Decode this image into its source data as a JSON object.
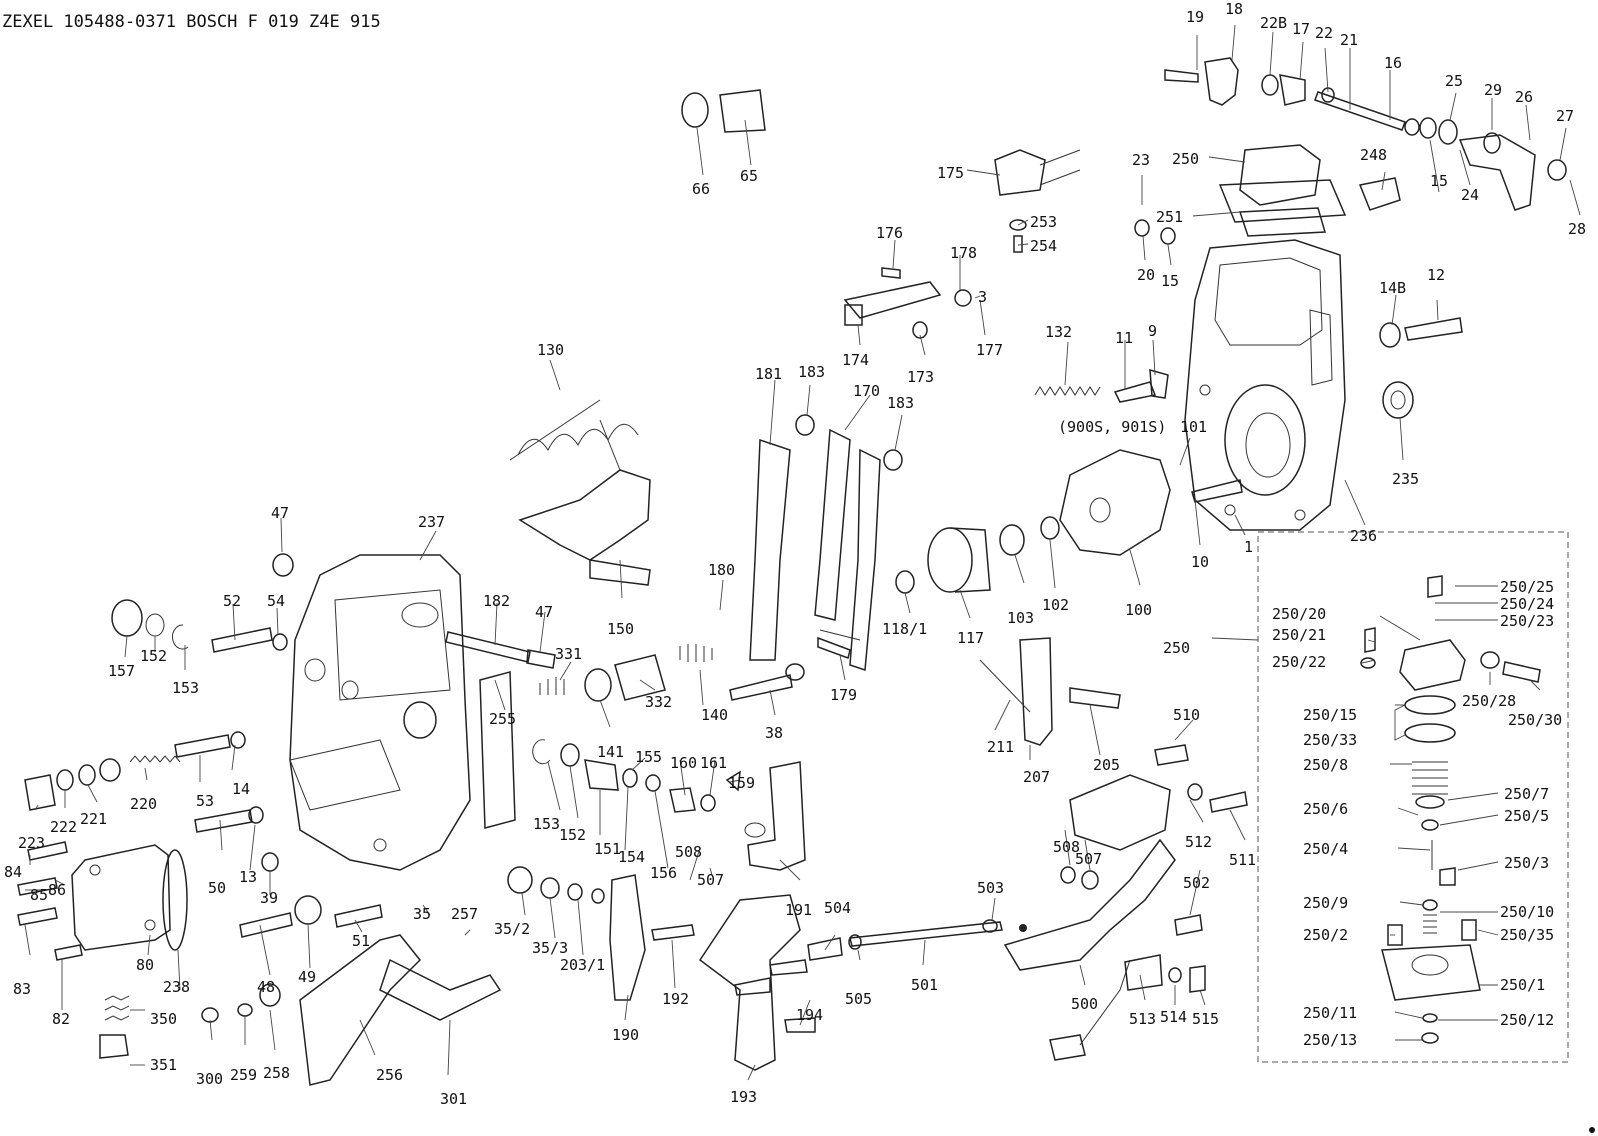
{
  "header": {
    "title": "ZEXEL 105488-0371  BOSCH F 019 Z4E 915"
  },
  "labels": [
    {
      "id": "19",
      "text": "19"
    },
    {
      "id": "18",
      "text": "18"
    },
    {
      "id": "22B",
      "text": "22B"
    },
    {
      "id": "17",
      "text": "17"
    },
    {
      "id": "22",
      "text": "22"
    },
    {
      "id": "21",
      "text": "21"
    },
    {
      "id": "16",
      "text": "16"
    },
    {
      "id": "25",
      "text": "25"
    },
    {
      "id": "29",
      "text": "29"
    },
    {
      "id": "26",
      "text": "26"
    },
    {
      "id": "27",
      "text": "27"
    },
    {
      "id": "28",
      "text": "28"
    },
    {
      "id": "24",
      "text": "24"
    },
    {
      "id": "15a",
      "text": "15"
    },
    {
      "id": "248",
      "text": "248"
    },
    {
      "id": "23",
      "text": "23"
    },
    {
      "id": "250a",
      "text": "250"
    },
    {
      "id": "251",
      "text": "251"
    },
    {
      "id": "20",
      "text": "20"
    },
    {
      "id": "15b",
      "text": "15"
    },
    {
      "id": "66",
      "text": "66"
    },
    {
      "id": "65",
      "text": "65"
    },
    {
      "id": "175",
      "text": "175"
    },
    {
      "id": "253",
      "text": "253"
    },
    {
      "id": "254",
      "text": "254"
    },
    {
      "id": "176",
      "text": "176"
    },
    {
      "id": "178",
      "text": "178"
    },
    {
      "id": "3",
      "text": "3"
    },
    {
      "id": "177",
      "text": "177"
    },
    {
      "id": "174",
      "text": "174"
    },
    {
      "id": "173",
      "text": "173"
    },
    {
      "id": "132",
      "text": "132"
    },
    {
      "id": "11",
      "text": "11"
    },
    {
      "id": "9",
      "text": "9"
    },
    {
      "id": "14B",
      "text": "14B"
    },
    {
      "id": "12",
      "text": "12"
    },
    {
      "id": "900S",
      "text": "(900S, 901S)"
    },
    {
      "id": "101",
      "text": "101"
    },
    {
      "id": "235",
      "text": "235"
    },
    {
      "id": "130",
      "text": "130"
    },
    {
      "id": "181",
      "text": "181"
    },
    {
      "id": "183a",
      "text": "183"
    },
    {
      "id": "170",
      "text": "170"
    },
    {
      "id": "183b",
      "text": "183"
    },
    {
      "id": "10",
      "text": "10"
    },
    {
      "id": "236",
      "text": "236"
    },
    {
      "id": "1",
      "text": "1"
    },
    {
      "id": "100",
      "text": "100"
    },
    {
      "id": "102",
      "text": "102"
    },
    {
      "id": "103",
      "text": "103"
    },
    {
      "id": "117",
      "text": "117"
    },
    {
      "id": "118_1",
      "text": "118/1"
    },
    {
      "id": "180",
      "text": "180"
    },
    {
      "id": "179",
      "text": "179"
    },
    {
      "id": "150",
      "text": "150"
    },
    {
      "id": "47a",
      "text": "47"
    },
    {
      "id": "237",
      "text": "237"
    },
    {
      "id": "52",
      "text": "52"
    },
    {
      "id": "54",
      "text": "54"
    },
    {
      "id": "182",
      "text": "182"
    },
    {
      "id": "47b",
      "text": "47"
    },
    {
      "id": "157",
      "text": "157"
    },
    {
      "id": "152a",
      "text": "152"
    },
    {
      "id": "153a",
      "text": "153"
    },
    {
      "id": "331",
      "text": "331"
    },
    {
      "id": "332",
      "text": "332"
    },
    {
      "id": "140",
      "text": "140"
    },
    {
      "id": "141",
      "text": "141"
    },
    {
      "id": "38",
      "text": "38"
    },
    {
      "id": "211",
      "text": "211"
    },
    {
      "id": "207",
      "text": "207"
    },
    {
      "id": "205",
      "text": "205"
    },
    {
      "id": "255",
      "text": "255"
    },
    {
      "id": "220",
      "text": "220"
    },
    {
      "id": "53",
      "text": "53"
    },
    {
      "id": "14",
      "text": "14"
    },
    {
      "id": "223",
      "text": "223"
    },
    {
      "id": "222",
      "text": "222"
    },
    {
      "id": "221",
      "text": "221"
    },
    {
      "id": "153b",
      "text": "153"
    },
    {
      "id": "152b",
      "text": "152"
    },
    {
      "id": "151",
      "text": "151"
    },
    {
      "id": "154",
      "text": "154"
    },
    {
      "id": "155",
      "text": "155"
    },
    {
      "id": "156",
      "text": "156"
    },
    {
      "id": "160",
      "text": "160"
    },
    {
      "id": "161",
      "text": "161"
    },
    {
      "id": "159",
      "text": "159"
    },
    {
      "id": "508a",
      "text": "508"
    },
    {
      "id": "507a",
      "text": "507"
    },
    {
      "id": "191",
      "text": "191"
    },
    {
      "id": "510",
      "text": "510"
    },
    {
      "id": "512",
      "text": "512"
    },
    {
      "id": "511",
      "text": "511"
    },
    {
      "id": "508b",
      "text": "508"
    },
    {
      "id": "507b",
      "text": "507"
    },
    {
      "id": "502",
      "text": "502"
    },
    {
      "id": "50",
      "text": "50"
    },
    {
      "id": "13",
      "text": "13"
    },
    {
      "id": "39",
      "text": "39"
    },
    {
      "id": "84",
      "text": "84"
    },
    {
      "id": "86",
      "text": "86"
    },
    {
      "id": "85",
      "text": "85"
    },
    {
      "id": "83",
      "text": "83"
    },
    {
      "id": "82",
      "text": "82"
    },
    {
      "id": "80",
      "text": "80"
    },
    {
      "id": "238",
      "text": "238"
    },
    {
      "id": "48",
      "text": "48"
    },
    {
      "id": "49",
      "text": "49"
    },
    {
      "id": "51",
      "text": "51"
    },
    {
      "id": "35",
      "text": "35"
    },
    {
      "id": "257",
      "text": "257"
    },
    {
      "id": "35_2",
      "text": "35/2"
    },
    {
      "id": "35_3",
      "text": "35/3"
    },
    {
      "id": "203_1",
      "text": "203/1"
    },
    {
      "id": "190",
      "text": "190"
    },
    {
      "id": "192",
      "text": "192"
    },
    {
      "id": "504",
      "text": "504"
    },
    {
      "id": "505",
      "text": "505"
    },
    {
      "id": "501",
      "text": "501"
    },
    {
      "id": "503",
      "text": "503"
    },
    {
      "id": "500",
      "text": "500"
    },
    {
      "id": "513",
      "text": "513"
    },
    {
      "id": "514",
      "text": "514"
    },
    {
      "id": "515",
      "text": "515"
    },
    {
      "id": "194",
      "text": "194"
    },
    {
      "id": "193",
      "text": "193"
    },
    {
      "id": "350",
      "text": "350"
    },
    {
      "id": "351",
      "text": "351"
    },
    {
      "id": "300",
      "text": "300"
    },
    {
      "id": "259",
      "text": "259"
    },
    {
      "id": "258",
      "text": "258"
    },
    {
      "id": "256",
      "text": "256"
    },
    {
      "id": "301",
      "text": "301"
    },
    {
      "id": "250b",
      "text": "250"
    },
    {
      "id": "250_25",
      "text": "250/25"
    },
    {
      "id": "250_24",
      "text": "250/24"
    },
    {
      "id": "250_20",
      "text": "250/20"
    },
    {
      "id": "250_23",
      "text": "250/23"
    },
    {
      "id": "250_21",
      "text": "250/21"
    },
    {
      "id": "250_22",
      "text": "250/22"
    },
    {
      "id": "250_28",
      "text": "250/28"
    },
    {
      "id": "250_30",
      "text": "250/30"
    },
    {
      "id": "250_15",
      "text": "250/15"
    },
    {
      "id": "250_33",
      "text": "250/33"
    },
    {
      "id": "250_8",
      "text": "250/8"
    },
    {
      "id": "250_7",
      "text": "250/7"
    },
    {
      "id": "250_6",
      "text": "250/6"
    },
    {
      "id": "250_5",
      "text": "250/5"
    },
    {
      "id": "250_4",
      "text": "250/4"
    },
    {
      "id": "250_3",
      "text": "250/3"
    },
    {
      "id": "250_9",
      "text": "250/9"
    },
    {
      "id": "250_10",
      "text": "250/10"
    },
    {
      "id": "250_2",
      "text": "250/2"
    },
    {
      "id": "250_35",
      "text": "250/35"
    },
    {
      "id": "250_1",
      "text": "250/1"
    },
    {
      "id": "250_11",
      "text": "250/11"
    },
    {
      "id": "250_12",
      "text": "250/12"
    },
    {
      "id": "250_13",
      "text": "250/13"
    }
  ]
}
